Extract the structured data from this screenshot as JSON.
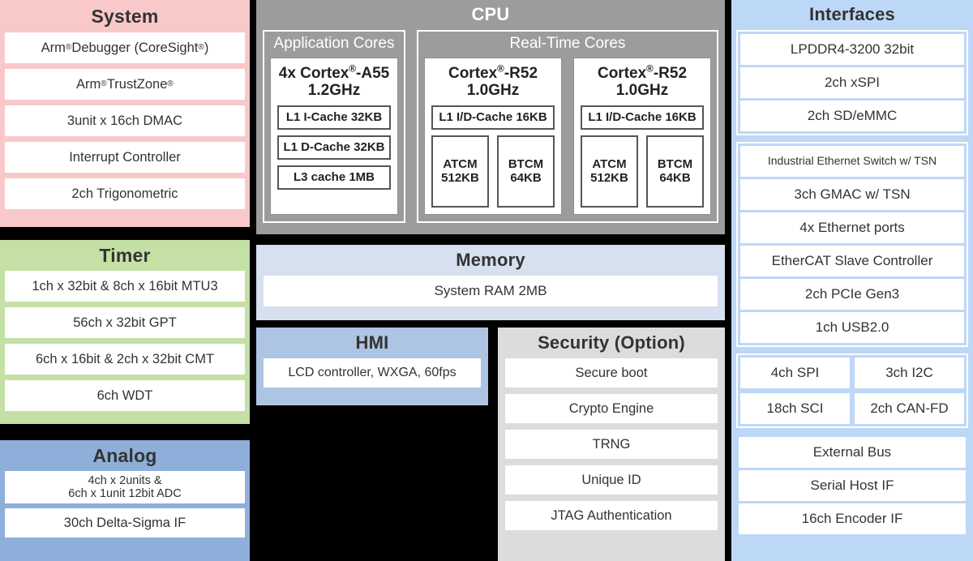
{
  "colors": {
    "system": "#F9C9CA",
    "timer": "#C5E0A5",
    "analog": "#8FAFDB",
    "cpu": "#9C9C9C",
    "memory": "#D6E0EF",
    "hmi": "#AEC4E3",
    "security": "#DCDCDC",
    "interfaces": "#BDD7F7",
    "background": "#000000",
    "item_fill": "#FFFFFF",
    "text": "#333333"
  },
  "system": {
    "title": "System",
    "items": [
      "Arm® Debugger (CoreSight®)",
      "Arm® TrustZone®",
      "3unit x 16ch DMAC",
      "Interrupt Controller",
      "2ch Trigonometric"
    ]
  },
  "timer": {
    "title": "Timer",
    "items": [
      "1ch x 32bit & 8ch x 16bit MTU3",
      "56ch x 32bit GPT",
      "6ch x 16bit & 2ch x 32bit CMT",
      "6ch WDT"
    ]
  },
  "analog": {
    "title": "Analog",
    "items": [
      {
        "line1": "4ch x 2units &",
        "line2": "6ch x 1unit 12bit ADC"
      },
      {
        "line1": "30ch Delta-Sigma IF",
        "line2": ""
      }
    ]
  },
  "cpu": {
    "title": "CPU",
    "application_cores": {
      "title": "Application Cores",
      "core": {
        "name_line1": "4x Cortex®-A55",
        "name_line2": "1.2GHz",
        "caches": [
          "L1 I-Cache 32KB",
          "L1 D-Cache 32KB",
          "L3 cache 1MB"
        ]
      }
    },
    "realtime_cores": {
      "title": "Real-Time Cores",
      "cores": [
        {
          "name_line1": "Cortex®-R52",
          "name_line2": "1.0GHz",
          "cache": "L1 I/D-Cache 16KB",
          "tcms": [
            {
              "line1": "ATCM",
              "line2": "512KB"
            },
            {
              "line1": "BTCM",
              "line2": "64KB"
            }
          ]
        },
        {
          "name_line1": "Cortex®-R52",
          "name_line2": "1.0GHz",
          "cache": "L1 I/D-Cache 16KB",
          "tcms": [
            {
              "line1": "ATCM",
              "line2": "512KB"
            },
            {
              "line1": "BTCM",
              "line2": "64KB"
            }
          ]
        }
      ]
    }
  },
  "memory": {
    "title": "Memory",
    "items": [
      "System RAM 2MB"
    ]
  },
  "hmi": {
    "title": "HMI",
    "items": [
      "LCD controller, WXGA, 60fps"
    ]
  },
  "security": {
    "title": "Security (Option)",
    "items": [
      "Secure boot",
      "Crypto Engine",
      "TRNG",
      "Unique ID",
      "JTAG Authentication"
    ]
  },
  "interfaces": {
    "title": "Interfaces",
    "groups": [
      {
        "name": "memory-interfaces",
        "layout": "stack",
        "items": [
          "LPDDR4-3200 32bit",
          "2ch xSPI",
          "2ch SD/eMMC"
        ]
      },
      {
        "name": "network-interfaces",
        "layout": "stack",
        "items": [
          "Industrial Ethernet Switch w/ TSN",
          "3ch GMAC w/ TSN",
          "4x Ethernet ports",
          "EtherCAT Slave Controller",
          "2ch PCIe Gen3",
          "1ch USB2.0"
        ],
        "small_first": true
      },
      {
        "name": "serial-interfaces",
        "layout": "grid",
        "items": [
          "4ch SPI",
          "3ch I2C",
          "18ch SCI",
          "2ch CAN-FD"
        ]
      },
      {
        "name": "bus-interfaces",
        "layout": "stack-plain",
        "items": [
          "External Bus",
          "Serial Host IF",
          "16ch Encoder IF"
        ]
      }
    ]
  }
}
